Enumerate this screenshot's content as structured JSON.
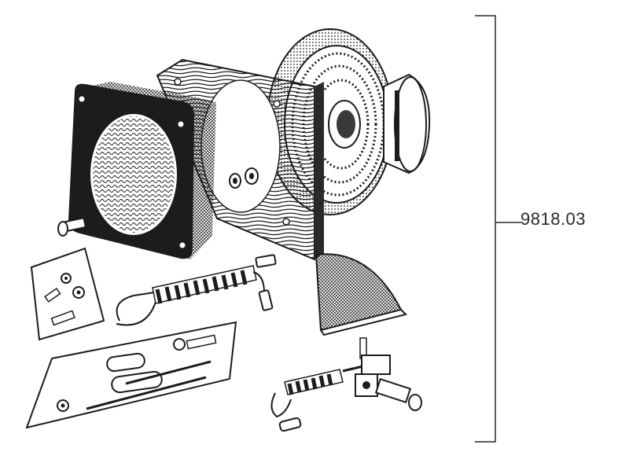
{
  "diagram": {
    "part_number": "9818.03",
    "colors": {
      "ink": "#1c1c1c",
      "paper": "#ffffff",
      "shade": "#3a3a3a"
    },
    "parts": [
      {
        "name": "grille-frame"
      },
      {
        "name": "wood-baffle-board"
      },
      {
        "name": "loudspeaker-unit"
      },
      {
        "name": "cloth-segment"
      },
      {
        "name": "coil-spring-lead"
      },
      {
        "name": "small-hardware-bag"
      },
      {
        "name": "bolt-hardware-bag"
      },
      {
        "name": "clamp-assembly"
      },
      {
        "name": "loose-bolt"
      },
      {
        "name": "spacer-nuts"
      }
    ]
  }
}
